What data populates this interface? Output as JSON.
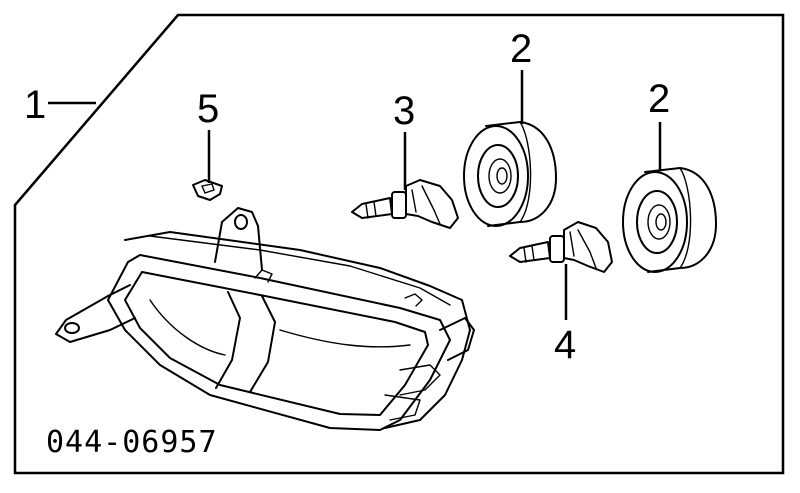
{
  "diagram": {
    "callouts": [
      {
        "id": "1",
        "label": "1"
      },
      {
        "id": "2a",
        "label": "2"
      },
      {
        "id": "2b",
        "label": "2"
      },
      {
        "id": "3",
        "label": "3"
      },
      {
        "id": "4",
        "label": "4"
      },
      {
        "id": "5",
        "label": "5"
      }
    ],
    "part_code": "044-06957"
  }
}
